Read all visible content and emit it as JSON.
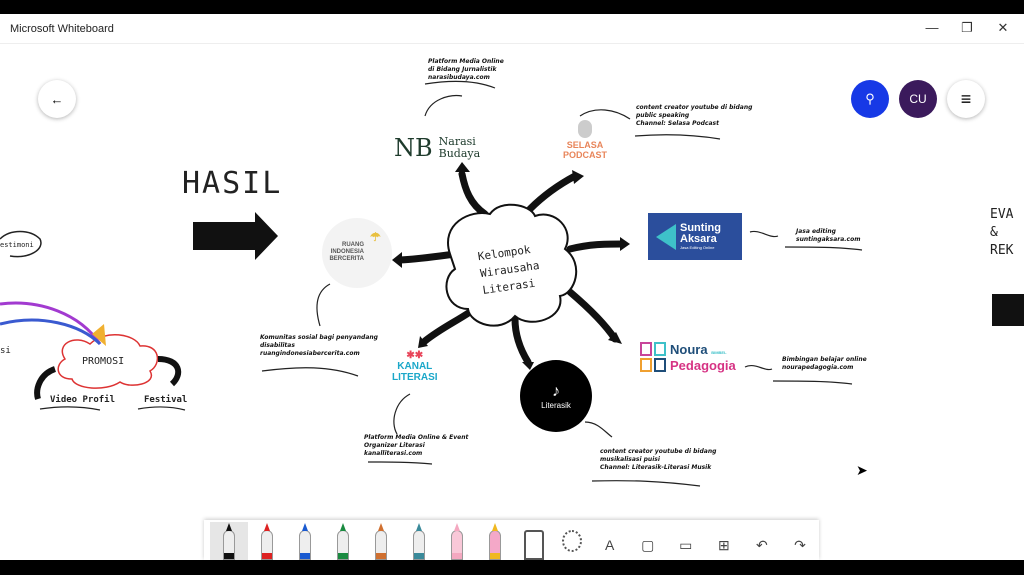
{
  "window": {
    "title": "Microsoft Whiteboard",
    "minimize": "—",
    "restore": "❐",
    "close": "✕"
  },
  "header": {
    "back_icon": "←",
    "share_icon": "person-share",
    "avatar_initials": "CU",
    "menu_icon": "≡"
  },
  "board": {
    "hasil": "HASIL",
    "center": [
      "Kelompok",
      "Wirausaha",
      "Literasi"
    ],
    "logos": {
      "narasi": {
        "mark": "NB",
        "name": [
          "Narasi",
          "Budaya"
        ]
      },
      "selasa": [
        "SELASA",
        "PODCAST"
      ],
      "sunting": {
        "name": [
          "Sunting",
          "Aksara"
        ],
        "tag": "Jasa Editing Online"
      },
      "noura": {
        "name": "Noura",
        "name2": "Pedagogia",
        "tag": "BIMBEL"
      },
      "literasik": {
        "name": "Literasik"
      },
      "kanal": [
        "KANAL",
        "LITERASI"
      ],
      "ruang": [
        "RUANG",
        "INDONESIA",
        "BERCERITA"
      ]
    },
    "notes": {
      "narasi": [
        "Platform Media Online",
        "di Bidang Jurnalistik",
        "narasibudaya.com"
      ],
      "selasa": [
        "content creator youtube di bidang",
        "public speaking",
        "Channel: Selasa Podcast"
      ],
      "sunting": [
        "Jasa editing",
        "suntingaksara.com"
      ],
      "noura": [
        "Bimbingan belajar online",
        "nourapedagogia.com"
      ],
      "literasik": [
        "content creator youtube di bidang",
        "musikalisasi puisi",
        "Channel: Literasik-Literasi Musik"
      ],
      "kanal": [
        "Platform Media Online & Event",
        "Organizer Literasi",
        "kanalliterasi.com"
      ],
      "ruang": [
        "Komunitas sosial bagi penyandang",
        "disabilitas",
        "ruangindonesiabercerita.com"
      ]
    },
    "left": {
      "testimoni": "estimoni",
      "promosi": "PROMOSI",
      "video": "Video Profil",
      "festival": "Festival",
      "partial": "si"
    },
    "right": {
      "eva": "EVA",
      "amp": "&",
      "rek": "REK"
    }
  },
  "toolbar": {
    "tools": [
      "pen-black",
      "pen-red",
      "pen-blue",
      "pen-green",
      "pen-rainbow",
      "pen-galaxy",
      "highlighter",
      "eraser",
      "ruler",
      "lasso",
      "text",
      "note",
      "image",
      "add",
      "undo",
      "redo"
    ],
    "text_glyph": "A",
    "undo_glyph": "↶",
    "redo_glyph": "↷",
    "add_glyph": "⊞"
  },
  "colors": {
    "accent": "#1739e6",
    "avatar": "#3b1a5c",
    "sunting": "#2b4e9c",
    "noura_blue": "#1f4e79",
    "noura_pink": "#d63384",
    "kanal": "#1aa7c9"
  }
}
